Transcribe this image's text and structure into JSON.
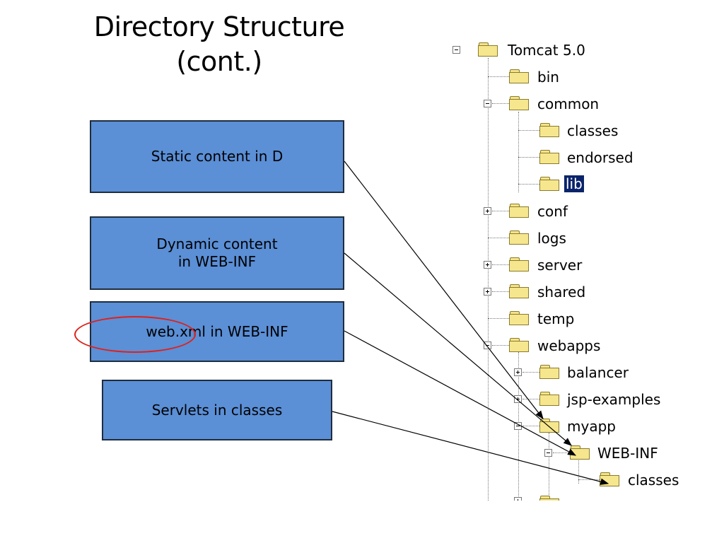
{
  "slide": {
    "title": "Directory Structure\n(cont.)"
  },
  "boxes": [
    {
      "id": "static",
      "text": "Static content in D"
    },
    {
      "id": "dynamic",
      "text": "Dynamic content\nin WEB-INF"
    },
    {
      "id": "webxml",
      "text": "web.xml in WEB-INF"
    },
    {
      "id": "servlets",
      "text": "Servlets in classes"
    }
  ],
  "tree": [
    {
      "label": "Tomcat 5.0",
      "expander": "minus"
    },
    {
      "label": "bin",
      "expander": ""
    },
    {
      "label": "common",
      "expander": "minus"
    },
    {
      "label": "classes",
      "expander": ""
    },
    {
      "label": "endorsed",
      "expander": ""
    },
    {
      "label": "lib",
      "expander": "",
      "selected": true
    },
    {
      "label": "conf",
      "expander": "plus"
    },
    {
      "label": "logs",
      "expander": ""
    },
    {
      "label": "server",
      "expander": "plus"
    },
    {
      "label": "shared",
      "expander": "plus"
    },
    {
      "label": "temp",
      "expander": ""
    },
    {
      "label": "webapps",
      "expander": "minus"
    },
    {
      "label": "balancer",
      "expander": "plus"
    },
    {
      "label": "jsp-examples",
      "expander": "plus"
    },
    {
      "label": "myapp",
      "expander": "minus"
    },
    {
      "label": "WEB-INF",
      "expander": "minus"
    },
    {
      "label": "classes",
      "expander": ""
    }
  ],
  "colors": {
    "box_fill": "#5b8fd6",
    "highlight_ellipse": "#e0201a",
    "selection": "#0a246a",
    "folder": "#f6e78e"
  }
}
